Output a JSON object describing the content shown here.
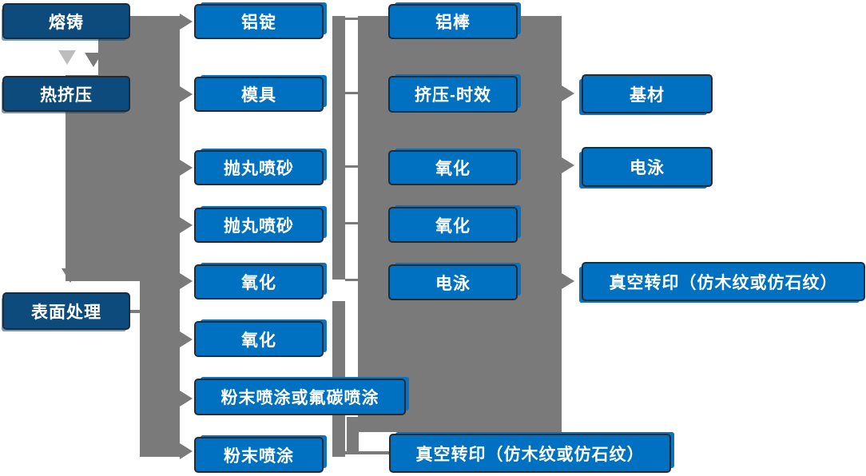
{
  "colors": {
    "primary_blue": "#0070C0",
    "dark_navy": "#0E4B7D",
    "connector_gray": "#7A7A7A",
    "node_border": "#1D2B3A",
    "text": "#FFFFFF"
  },
  "stages": {
    "melting_casting": "熔铸",
    "hot_extrusion": "热挤压",
    "surface_treatment": "表面处理"
  },
  "middle_steps": {
    "aluminum_ingot": "铝锭",
    "mold": "模具",
    "shot_blasting_1": "抛丸喷砂",
    "shot_blasting_2": "抛丸喷砂",
    "oxidation_1": "氧化",
    "oxidation_2": "氧化",
    "powder_or_fluorocarbon_coating": "粉末喷涂或氟碳喷涂",
    "powder_coating": "粉末喷涂"
  },
  "process_steps": {
    "aluminum_rod": "铝棒",
    "extrusion_aging": "挤压-时效",
    "oxidation_1": "氧化",
    "oxidation_2": "氧化",
    "electrophoresis": "电泳",
    "vacuum_transfer": "真空转印（仿木纹或仿石纹）"
  },
  "outputs": {
    "base_material": "基材",
    "electrophoresis": "电泳",
    "vacuum_transfer": "真空转印（仿木纹或仿石纹）"
  }
}
